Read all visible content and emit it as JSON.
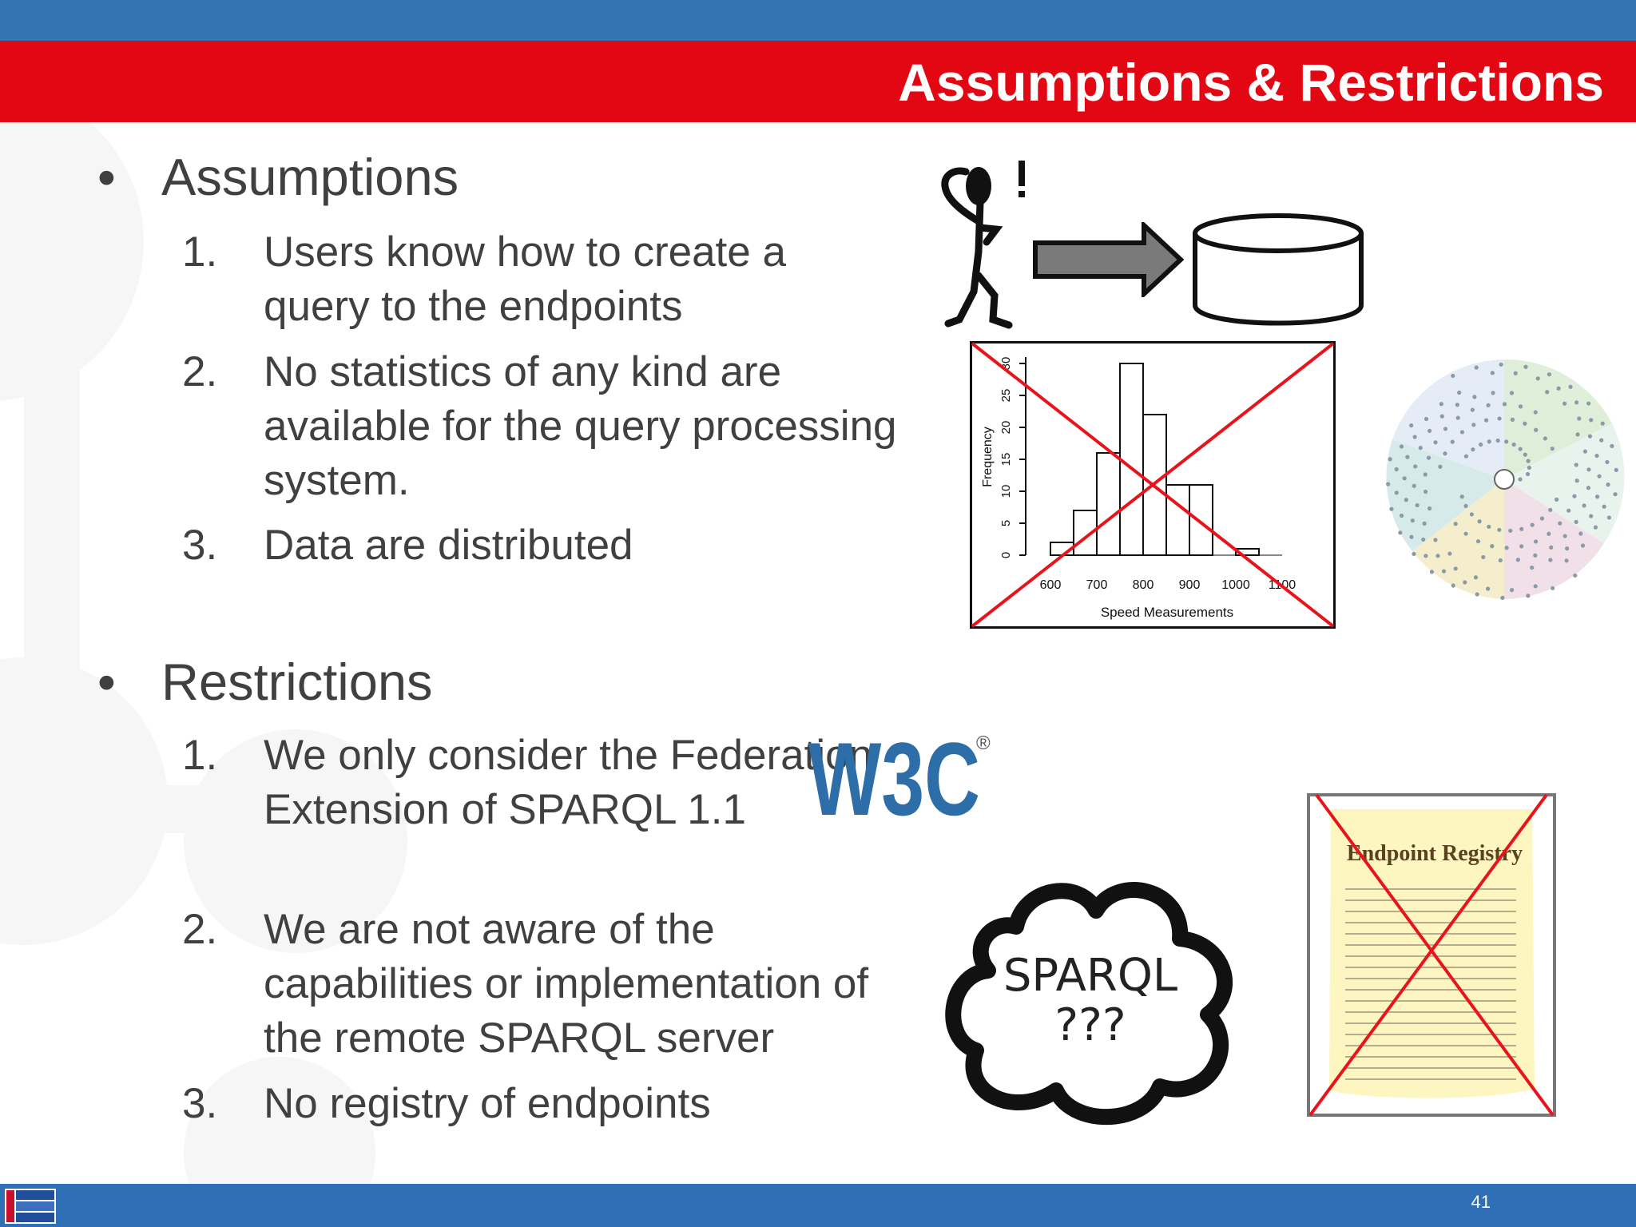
{
  "slide": {
    "title": "Assumptions & Restrictions",
    "page_number": "41"
  },
  "bullet_glyph": "•",
  "assumptions": {
    "heading": "Assumptions",
    "items": [
      {
        "num": "1.",
        "text": "Users know how to create a query to the endpoints"
      },
      {
        "num": "2.",
        "text": "No statistics of any kind are available for the query processing system."
      },
      {
        "num": "3.",
        "text": "Data are distributed"
      }
    ]
  },
  "restrictions": {
    "heading": "Restrictions",
    "items": [
      {
        "num": "1.",
        "text": "We only consider the Federation Extension of SPARQL 1.1"
      },
      {
        "num": "2.",
        "text": "We are not aware of the capabilities or implementation of the remote SPARQL server"
      },
      {
        "num": "3.",
        "text": "No registry of endpoints"
      }
    ]
  },
  "histogram": {
    "ylabel": "Frequency",
    "xlabel": "Speed Measurements",
    "yticks": [
      "0",
      "5",
      "10",
      "15",
      "20",
      "25",
      "30"
    ],
    "xticks": [
      "600",
      "700",
      "800",
      "900",
      "1000",
      "1100"
    ]
  },
  "cloud": {
    "line1": "SPARQL",
    "line2": "???"
  },
  "w3c": {
    "text": "W3C",
    "registered": "®"
  },
  "registry": {
    "title": "Endpoint Registry"
  },
  "colors": {
    "top_bar": "#3375b3",
    "title_bar": "#e30613",
    "footer": "#2e6fb6",
    "body_text": "#404040",
    "cross": "#e8141b"
  }
}
